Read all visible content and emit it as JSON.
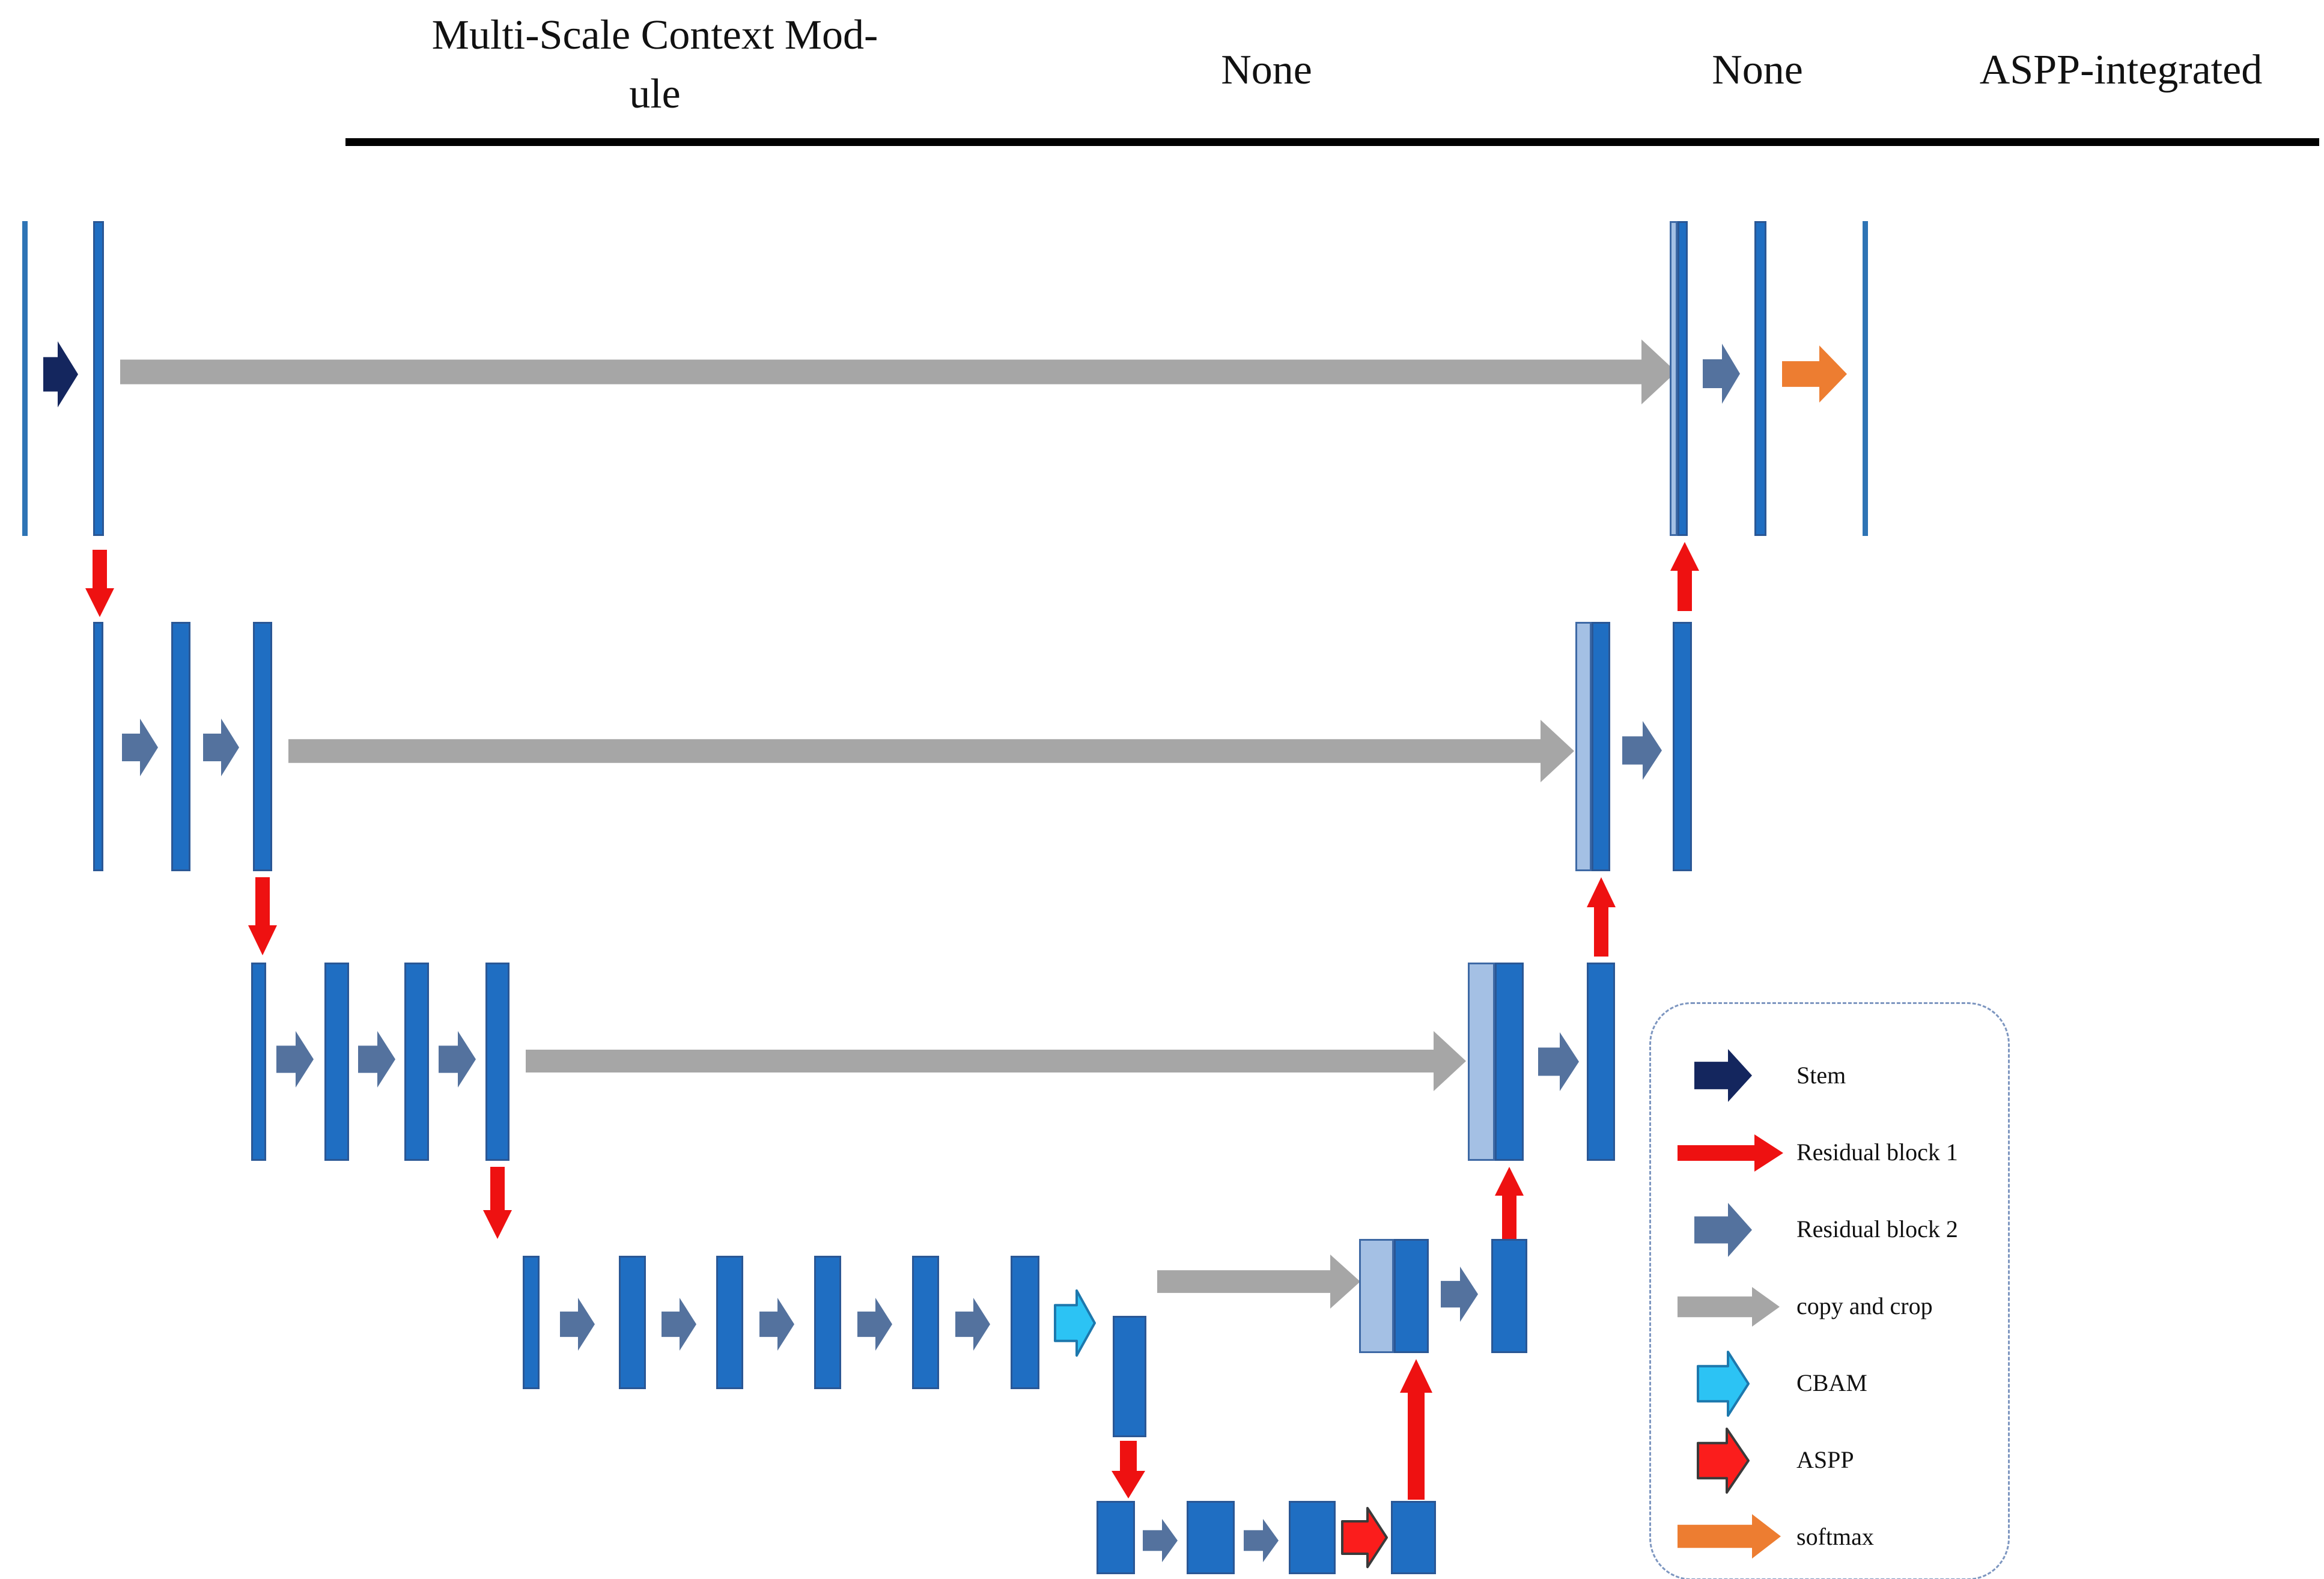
{
  "figure": {
    "type": "U-Net style encoder-decoder architecture diagram",
    "variant_label": "ASPP-integrated"
  },
  "header": {
    "col1_line1": "Multi-Scale Context Mod-",
    "col1_line2": "ule",
    "col2": "None",
    "col3": "None",
    "col4": "ASPP-integrated"
  },
  "legend": {
    "items": [
      {
        "icon": "stem-arrow-icon",
        "label": "Stem"
      },
      {
        "icon": "residual-block-1-arrow-icon",
        "label": "Residual block 1"
      },
      {
        "icon": "residual-block-2-arrow-icon",
        "label": "Residual block 2"
      },
      {
        "icon": "copy-and-crop-arrow-icon",
        "label": "copy and crop"
      },
      {
        "icon": "cbam-arrow-icon",
        "label": "CBAM"
      },
      {
        "icon": "aspp-arrow-icon",
        "label": "ASPP"
      },
      {
        "icon": "softmax-arrow-icon",
        "label": "softmax"
      }
    ]
  },
  "palette": {
    "bar_fill": "#1f6ec2",
    "bar_border": "#2a5795",
    "light_bar_fill": "#a4c0e4",
    "light_bar_border": "#3e69a5",
    "stem": "#14265e",
    "residual1": "#ee1111",
    "residual2": "#54729e",
    "copy_crop": "#a6a6a6",
    "cbam": "#2cc3f4",
    "cbam_border": "#1d78ad",
    "aspp": "#fb1d1c",
    "aspp_border": "#3a3a3a",
    "softmax": "#ed7d31",
    "legend_border": "#7d96c0",
    "input_line": "#2e74b5",
    "text": "#111111",
    "underline": "#000000"
  }
}
